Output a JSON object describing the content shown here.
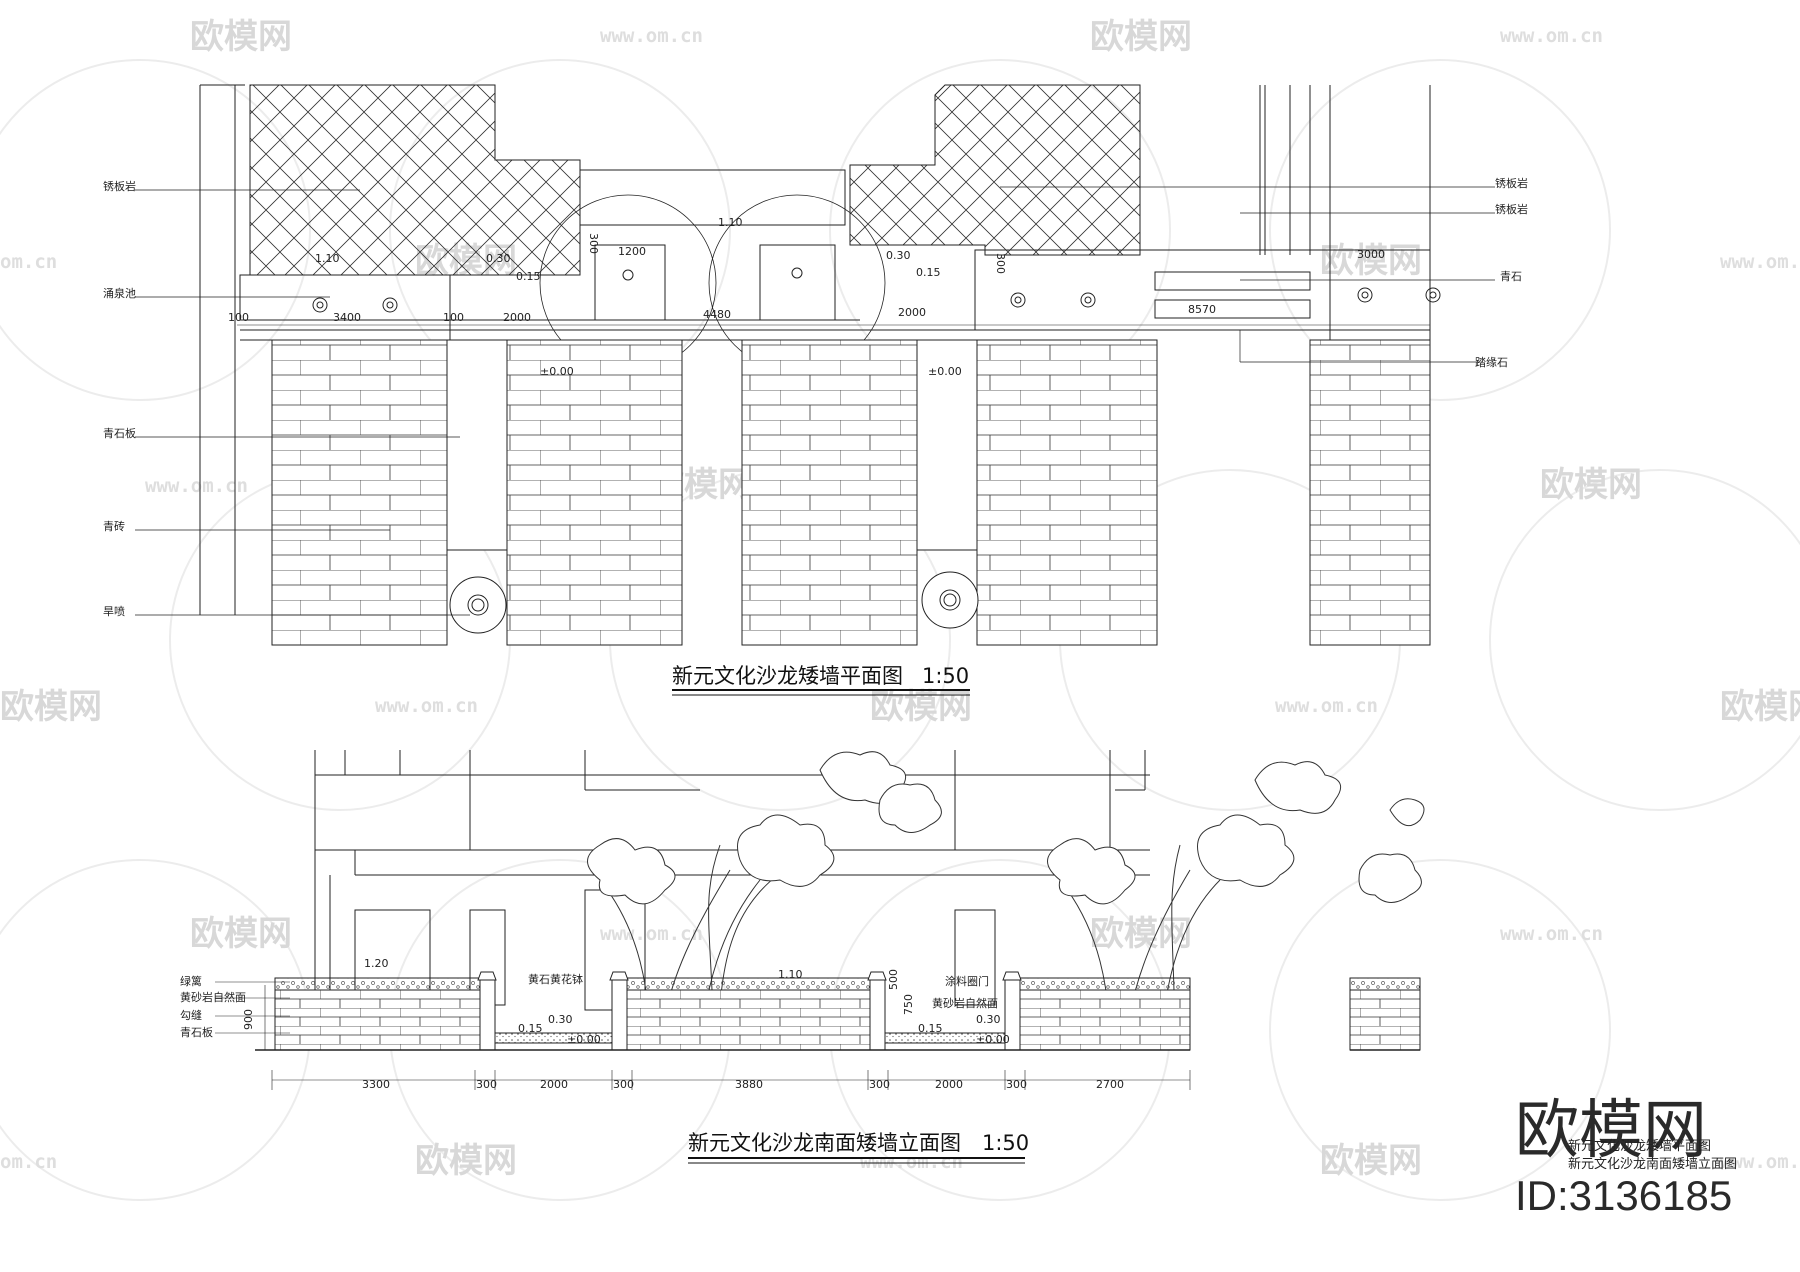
{
  "titles": {
    "plan": "新元文化沙龙矮墙平面图",
    "plan_scale": "1:50",
    "elev": "新元文化沙龙南面矮墙立面图",
    "elev_scale": "1:50"
  },
  "plan_labels": {
    "left": [
      "锈板岩",
      "涌泉池",
      "青石板",
      "青砖",
      "旱喷"
    ],
    "right": [
      "锈板岩",
      "锈板岩",
      "青石",
      "踏缘石"
    ]
  },
  "plan_dims": [
    "100",
    "3400",
    "100",
    "2000",
    "4480",
    "2000",
    "8570",
    "3000",
    "1200",
    "300",
    "300"
  ],
  "plan_levels": [
    "1.10",
    "0.30",
    "0.15",
    "1.10",
    "0.30",
    "0.15",
    "±0.00",
    "±0.00"
  ],
  "elev_labels": {
    "left": [
      "绿篱",
      "黄砂岩自然面",
      "勾缝",
      "青石板"
    ],
    "mid": [
      "黄石黄花钵",
      "涂料圈门",
      "黄砂岩自然面"
    ],
    "vertical": [
      "900",
      "750",
      "500"
    ]
  },
  "elev_levels": [
    "1.20",
    "0.30",
    "0.15",
    "±0.00",
    "1.10",
    "0.30",
    "0.15",
    "±0.00"
  ],
  "elev_dims": [
    "3300",
    "300",
    "2000",
    "300",
    "3880",
    "300",
    "2000",
    "300",
    "2700"
  ],
  "watermark": {
    "brand": "欧模网",
    "url": "www.om.cn",
    "url_short": "om.cn",
    "id": "ID:3136185",
    "sheet_names": [
      "新元文化沙龙矮墙平面图",
      "新元文化沙龙南面矮墙立面图"
    ]
  }
}
